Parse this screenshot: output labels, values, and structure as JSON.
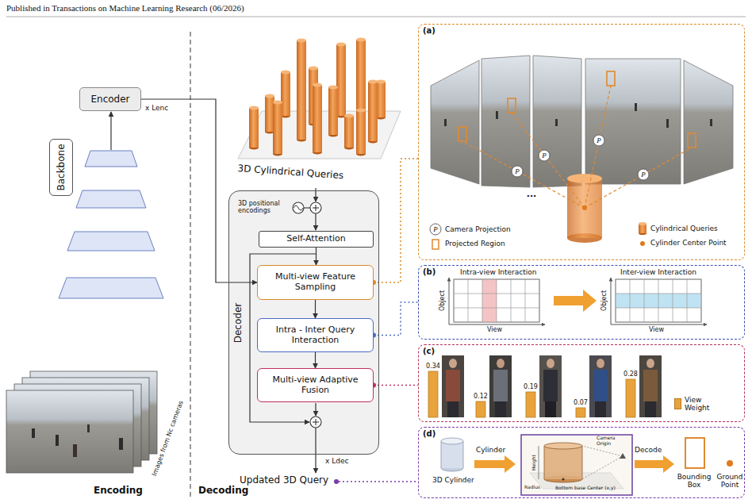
{
  "diagram": {
    "nodes": [
      {
        "text": [
          "Backbone"
        ]
      },
      {
        "text": [
          "Encoder"
        ]
      },
      {
        "text": [
          "Decoder"
        ]
      },
      {
        "text": [
          "Self-Attention"
        ],
        "in": 2
      },
      {
        "text": [
          "Multi-view Feature Sampling"
        ],
        "in": 2
      },
      {
        "text": [
          "Intra - Inter Query Interaction"
        ],
        "in": 2
      },
      {
        "text": [
          "Multi-view Adaptive Fusion"
        ],
        "in": 2
      },
      {
        "text": [
          "(a)"
        ]
      },
      {
        "text": [
          "(b)"
        ]
      },
      {
        "text": [
          "(c)"
        ]
      },
      {
        "text": [
          "(d)"
        ]
      }
    ],
    "edges": [
      {
        "from": 1,
        "to": 4,
        "arrow": "to"
      },
      {
        "from": 3,
        "to": 4,
        "arrow": "to"
      },
      {
        "from": 4,
        "to": 5,
        "arrow": "to"
      },
      {
        "from": 5,
        "to": 6,
        "arrow": "to"
      },
      {
        "from": 4,
        "to": 7,
        "arrow": "none"
      },
      {
        "from": 5,
        "to": 8,
        "arrow": "none"
      },
      {
        "from": 6,
        "to": 9,
        "arrow": "none"
      }
    ],
    "labels": [
      "Published in Transactions on Machine Learning Research (06/2026)",
      "x Lenc",
      "Images from Nc cameras",
      "Encoding",
      "Decoding",
      "3D Cylindrical Queries",
      "3D positional encodings",
      "x Ldec",
      "Updated 3D Query",
      "P",
      "P",
      "P",
      "P",
      "P",
      "...",
      "Intra-view Interaction",
      "Object",
      "View",
      "Inter-view Interaction",
      "Object",
      "View",
      "0.34",
      "0.12",
      "0.19",
      "0.07",
      "0.28",
      "3D Cylinder",
      "Cylinder",
      "Height",
      "Radius",
      "Bottom base Center (x,y)",
      "Camera Origin",
      "Decode",
      "Bounding Box",
      "Ground Point"
    ],
    "legend": [
      {
        "text": "Camera Projection"
      },
      {
        "text": "Projected Region"
      },
      {
        "text": "Cylindrical Queries"
      },
      {
        "text": "Cylinder Center Point"
      },
      {
        "text": "View Weight",
        "color": "#e8a33d"
      }
    ]
  }
}
